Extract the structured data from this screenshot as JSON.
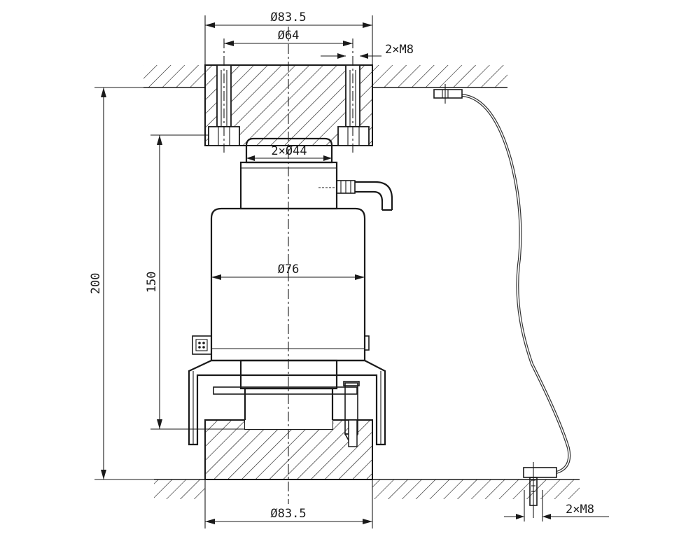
{
  "drawing": {
    "dimensions": {
      "top_outer_diameter": "Ø83.5",
      "top_bolt_circle": "Ø64",
      "top_thread": "2×M8",
      "pad_diameter": "2×Ø44",
      "body_diameter": "Ø76",
      "overall_height": "200",
      "sensor_height": "150",
      "bottom_outer_diameter": "Ø83.5",
      "bottom_thread": "2×M8"
    }
  }
}
